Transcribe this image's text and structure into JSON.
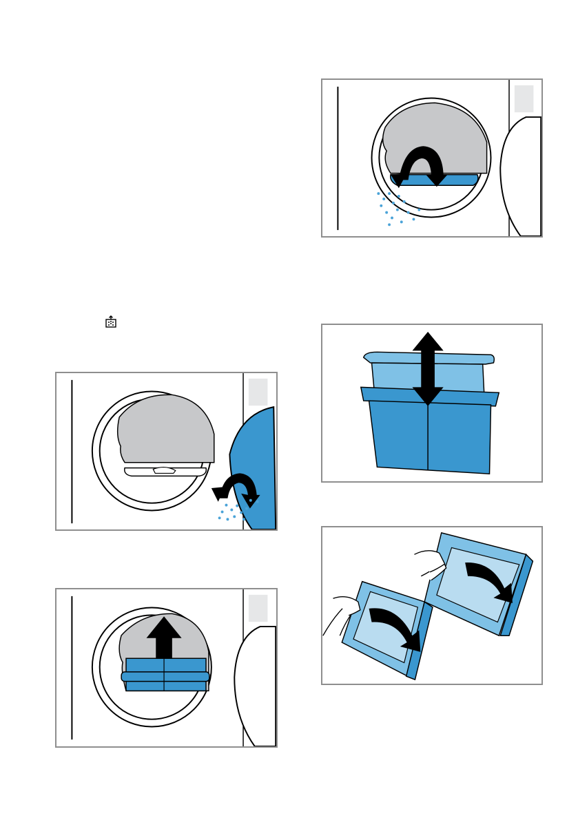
{
  "colors": {
    "panel_border": "#8e8e8e",
    "filter_blue": "#3a97cf",
    "filter_light_blue": "#7fc1e6",
    "drum_grey": "#c7c8ca",
    "lint_blue": "#4aa3d8",
    "outline": "#000000"
  },
  "icons": {
    "filter_symbol": "fluff-filter-icon"
  },
  "panels": [
    {
      "step": "door-open-remove-fluff"
    },
    {
      "step": "pull-filter-up"
    },
    {
      "step": "wipe-fluff-from-door-seal"
    },
    {
      "step": "open-filter-halves"
    },
    {
      "step": "unfold-and-clean-filter"
    }
  ]
}
